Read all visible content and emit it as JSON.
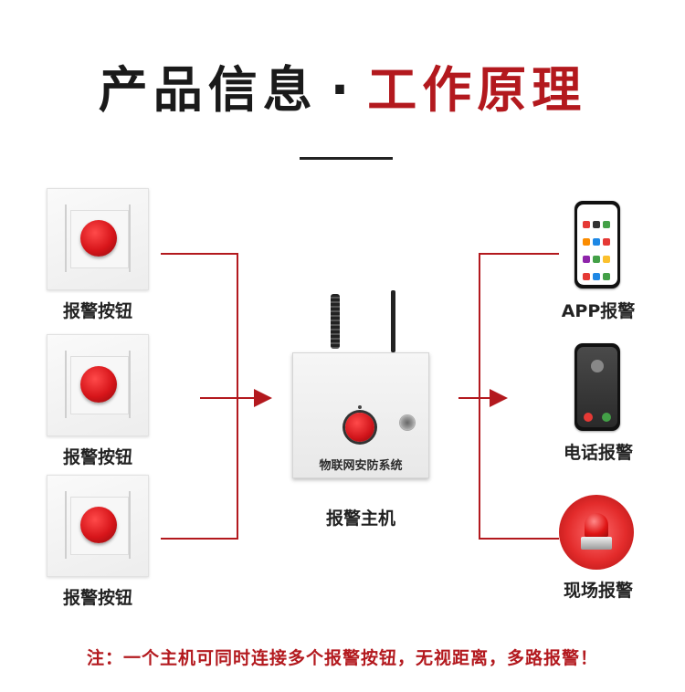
{
  "header": {
    "title_part1": "产品信息",
    "separator": "·",
    "title_part2": "工作原理",
    "accent_color": "#b3191e"
  },
  "inputs": {
    "items": [
      {
        "label": "报警按钮"
      },
      {
        "label": "报警按钮"
      },
      {
        "label": "报警按钮"
      }
    ]
  },
  "host": {
    "device_text": "物联网安防系统",
    "label": "报警主机"
  },
  "outputs": {
    "items": [
      {
        "label": "APP报警",
        "icon": "smartphone-app-icon"
      },
      {
        "label": "电话报警",
        "icon": "phone-call-icon"
      },
      {
        "label": "现场报警",
        "icon": "siren-icon"
      }
    ]
  },
  "note": "注：一个主机可同时连接多个报警按钮，无视距离，多路报警！",
  "colors": {
    "line": "#b3191e",
    "text": "#1a1a1a"
  }
}
